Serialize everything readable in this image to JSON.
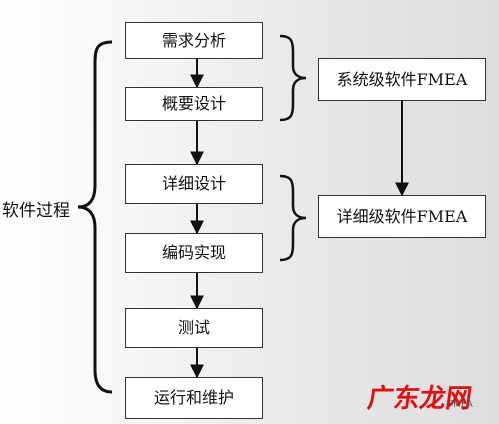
{
  "process_steps": [
    "需求分析",
    "概要设计",
    "详细设计",
    "编码实现",
    "测试",
    "运行和维护"
  ],
  "process_label": "软件过程",
  "fmea_boxes": {
    "system": "系统级软件FMEA",
    "detailed": "详细级软件FMEA"
  },
  "watermark": {
    "main": "广东龙网",
    "small": "FMEA"
  },
  "colors": {
    "line": "#111111",
    "box_fill": "#ffffff",
    "box_border": "#333333",
    "watermark": "#e01010"
  }
}
